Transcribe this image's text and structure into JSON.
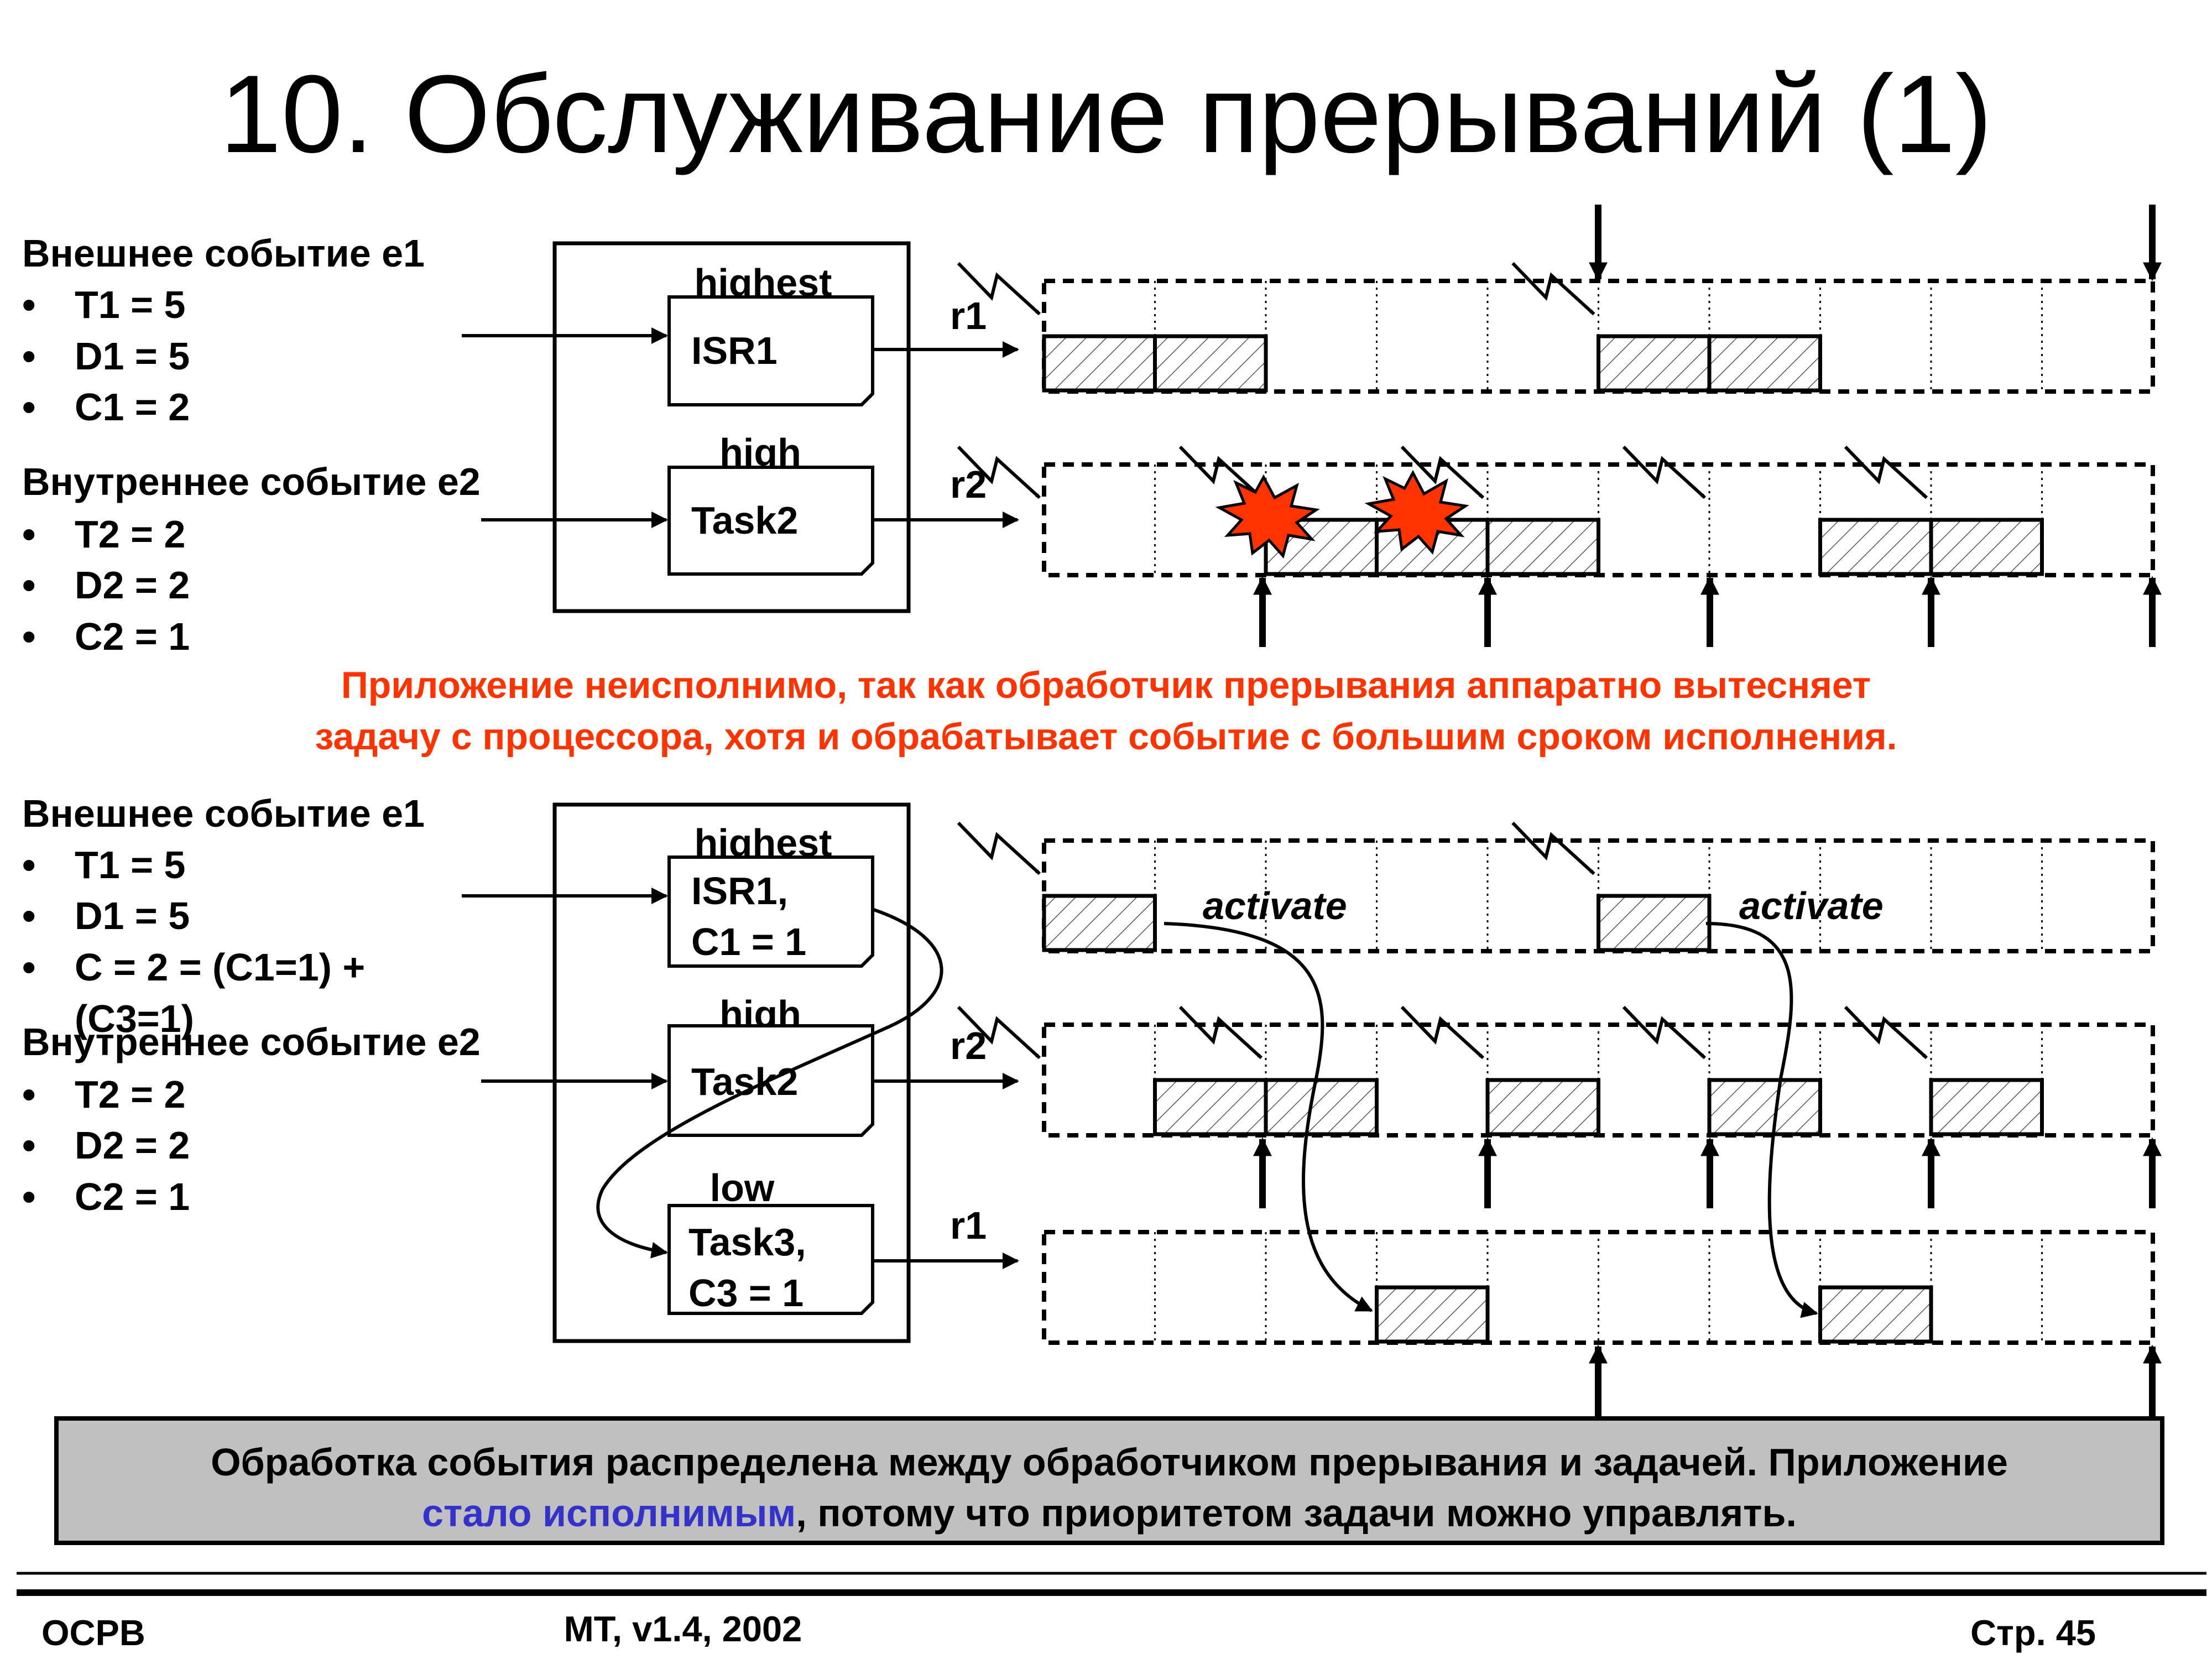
{
  "title": "10. Обслуживание прерываний (1)",
  "colors": {
    "note": "#ff3300",
    "highlight": "#3333cc",
    "conclusion_bg": "#c0c0c0",
    "burst": "#ff3300",
    "text": "#000000"
  },
  "top": {
    "e1": {
      "heading": "Внешнее событие e1",
      "bullets": [
        "T1 = 5",
        "D1 = 5",
        "C1 = 2"
      ]
    },
    "e2": {
      "heading": "Внутреннее событие e2",
      "bullets": [
        "T2 = 2",
        "D2 = 2",
        "C2 = 1"
      ]
    },
    "priority_highest": "highest",
    "priority_high": "high",
    "isr_label": "ISR1",
    "task_label": "Task2",
    "res_r1": "r1",
    "res_r2": "r2",
    "note_line1": "Приложение неисполнимо, так как обработчик прерывания аппаратно вытесняет",
    "note_line2": "задачу с процессора, хотя и обрабатывает событие с большим сроком исполнения."
  },
  "bottom": {
    "e1": {
      "heading": "Внешнее событие e1",
      "bullets": [
        "T1 = 5",
        "D1 = 5",
        "C = 2 = (C1=1) +",
        "(C3=1)"
      ]
    },
    "e2": {
      "heading": "Внутреннее событие e2",
      "bullets": [
        "T2 = 2",
        "D2 = 2",
        "C2 = 1"
      ]
    },
    "priority_highest": "highest",
    "priority_high": "high",
    "priority_low": "low",
    "isr_line1": "ISR1,",
    "isr_line2": "C1 = 1",
    "task2_label": "Task2",
    "task3_line1": "Task3,",
    "task3_line2": "C3 = 1",
    "res_r2": "r2",
    "res_r1": "r1",
    "activate1": "activate",
    "activate2": "activate"
  },
  "conclusion": {
    "line1": "Обработка события распределена между обработчиком прерывания и задачей. Приложение",
    "line2_highlight": "стало исполнимым",
    "line2_rest": ", потому что приоритетом задачи можно управлять."
  },
  "footer": {
    "left": "ОСРВ",
    "center": "МТ, v1.4, 2002",
    "right": "Стр. 45"
  },
  "timelines": {
    "slots": 10,
    "top_r1_busy": [
      0,
      1,
      5,
      6
    ],
    "top_r2_busy": [
      2,
      3,
      4,
      7,
      8
    ],
    "bottom_r1_busy": [
      0,
      5
    ],
    "bottom_r2_busy": [
      1,
      2,
      4,
      6,
      8
    ],
    "bottom_r3_busy": [
      3,
      7
    ]
  }
}
